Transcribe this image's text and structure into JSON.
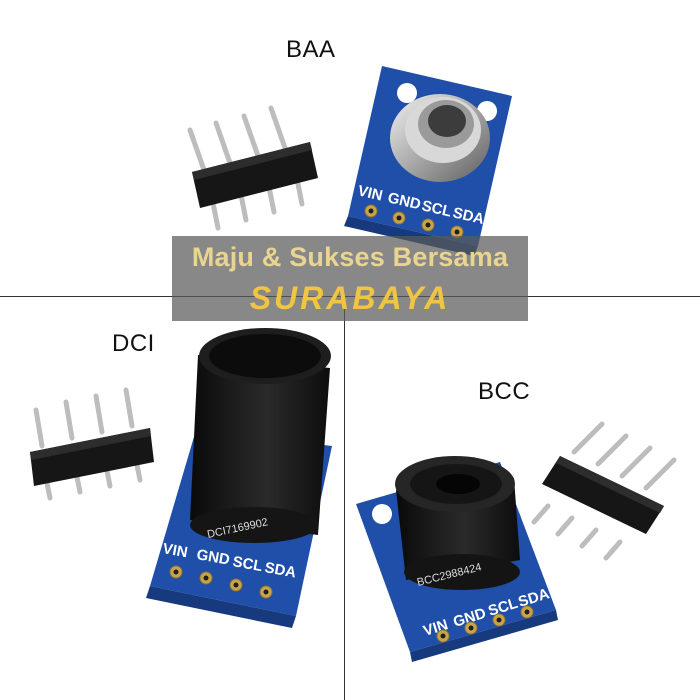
{
  "labels": {
    "baa": "BAA",
    "dci": "DCI",
    "bcc": "BCC"
  },
  "watermark": {
    "line1": "Maju & Sukses Bersama",
    "line2": "SURABAYA"
  },
  "pins": [
    "VIN",
    "GND",
    "SCL",
    "SDA"
  ],
  "sensor_prints": {
    "dci": "DCI7169902",
    "bcc": "BCC2988424"
  },
  "colors": {
    "pcb": "#1f4fa8",
    "header": "#1a1a1a",
    "pin": "#c8c8c8",
    "watermark_text": "#f0c542"
  }
}
